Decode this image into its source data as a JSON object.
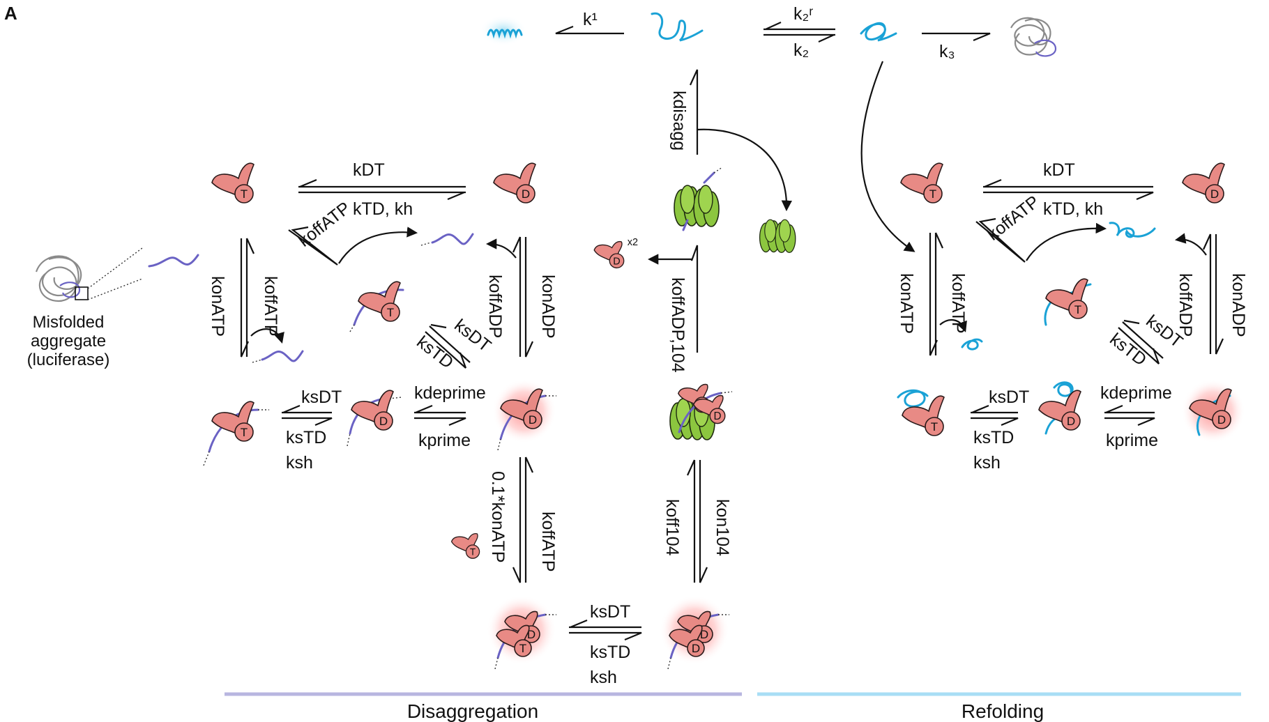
{
  "panel_label": "A",
  "captions": {
    "aggregate": [
      "Misfolded",
      "aggregate",
      "(luciferase)"
    ],
    "sections": [
      "Disaggregation",
      "Refolding"
    ]
  },
  "nucleotide_labels": {
    "T": "T",
    "D": "D",
    "multiplier": "x2"
  },
  "rates": {
    "k1": "k¹",
    "k2r": "k₂ʳ",
    "k2": "k₂",
    "k3": "k₃",
    "kdisagg": "kdisagg",
    "kDT": "kDT",
    "kTD_kh": "kTD, kh",
    "koffATP": "koffATP",
    "konATP": "konATP",
    "koffADP": "koffADP",
    "konADP": "konADP",
    "ksDT": "ksDT",
    "ksTD": "ksTD",
    "ksh": "ksh",
    "kdeprime": "kdeprime",
    "kprime": "kprime",
    "koffADP104": "koffADP,104",
    "frac_konATP": "0.1*konATP",
    "kon104": "kon104",
    "koff104": "koff104"
  },
  "colors": {
    "hsp70": "#e88a85",
    "substrate_disagg": "#6a62c4",
    "substrate_refold": "#1aa2d6",
    "hsp104": "#8cc63f",
    "glow": "#ff6b6b",
    "line_disagg": "#b8b6e0",
    "line_refold": "#a8def5"
  }
}
